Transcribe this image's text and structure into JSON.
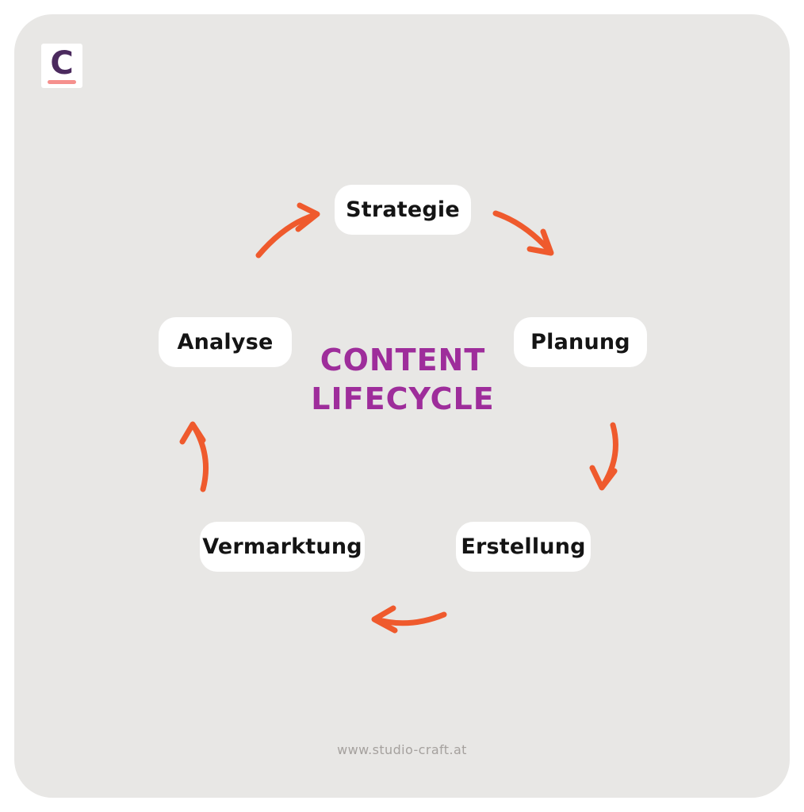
{
  "logo": {
    "letter": "C"
  },
  "title": {
    "line1": "CONTENT",
    "line2": "LIFECYCLE"
  },
  "stages": [
    {
      "label": "Strategie"
    },
    {
      "label": "Planung"
    },
    {
      "label": "Erstellung"
    },
    {
      "label": "Vermarktung"
    },
    {
      "label": "Analyse"
    }
  ],
  "cycle_order": [
    "Strategie",
    "Planung",
    "Erstellung",
    "Vermarktung",
    "Analyse"
  ],
  "arrows": [
    {
      "name": "arrow-analyse-to-strategie"
    },
    {
      "name": "arrow-strategie-to-planung"
    },
    {
      "name": "arrow-planung-to-erstellung"
    },
    {
      "name": "arrow-erstellung-to-vermarktung"
    },
    {
      "name": "arrow-vermarktung-to-analyse"
    }
  ],
  "footer": {
    "url": "www.studio-craft.at"
  },
  "colors": {
    "card_bg": "#E8E7E5",
    "title_purple": "#9E2D9B",
    "arrow_orange": "#EF5A2D",
    "pill_bg": "#FFFFFF",
    "pill_text": "#141414",
    "logo_purple": "#4B2A5E",
    "logo_underline": "#F5908D",
    "footer_text": "#A5A19E"
  }
}
